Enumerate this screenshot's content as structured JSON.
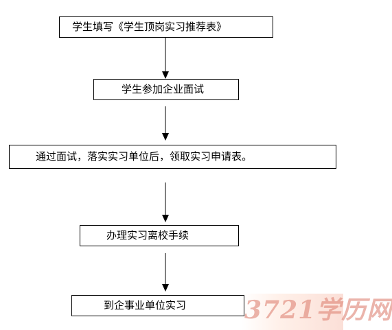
{
  "flowchart": {
    "steps": [
      {
        "label": "学生填写《学生顶岗实习推荐表》"
      },
      {
        "label": "学生参加企业面试"
      },
      {
        "label": "通过面试，落实实习单位后，领取实习申请表。"
      },
      {
        "label": "办理实习离校手续"
      },
      {
        "label": "到企事业单位实习"
      }
    ]
  },
  "watermark": {
    "text": "3721学历网"
  },
  "colors": {
    "line": "#000000",
    "box_border": "#000000",
    "watermark": "#de8273"
  }
}
